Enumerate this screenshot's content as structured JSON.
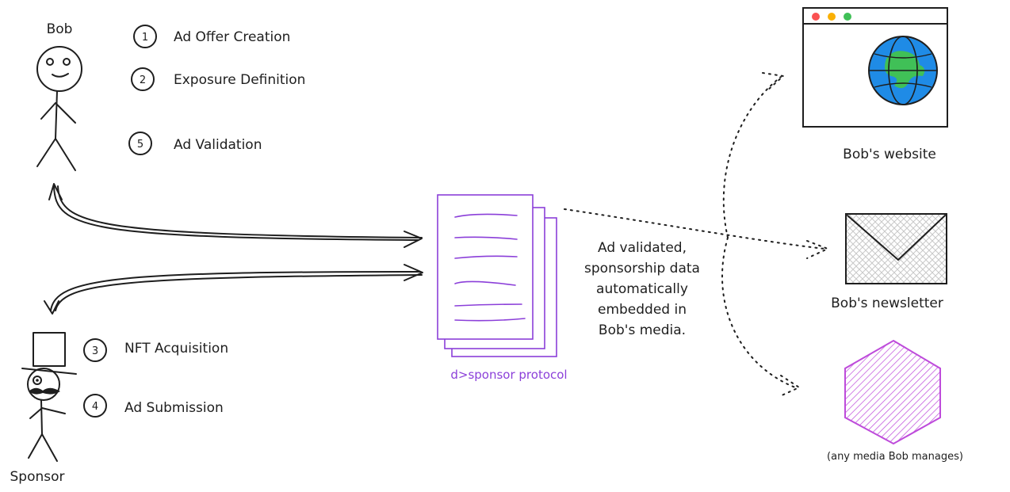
{
  "actors": {
    "bob": "Bob",
    "sponsor": "Sponsor"
  },
  "steps": [
    {
      "num": "1",
      "label": "Ad Offer Creation"
    },
    {
      "num": "2",
      "label": "Exposure Definition"
    },
    {
      "num": "5",
      "label": "Ad Validation"
    },
    {
      "num": "3",
      "label": "NFT Acquisition"
    },
    {
      "num": "4",
      "label": "Ad Submission"
    }
  ],
  "protocol": {
    "label": "d>sponsor protocol",
    "color": "#8b3fd9"
  },
  "note": {
    "lines": [
      "Ad validated,",
      "sponsorship data",
      "automatically",
      "embedded in",
      "Bob's media."
    ]
  },
  "media": {
    "website": "Bob's website",
    "newsletter": "Bob's newsletter",
    "any": "(any media Bob manages)"
  },
  "colors": {
    "globe_ocean": "#1f8be6",
    "globe_land": "#40c057",
    "window_red": "#fa5252",
    "window_yellow": "#fab005",
    "window_green": "#40c057",
    "hexagon": "#be4bdb"
  }
}
